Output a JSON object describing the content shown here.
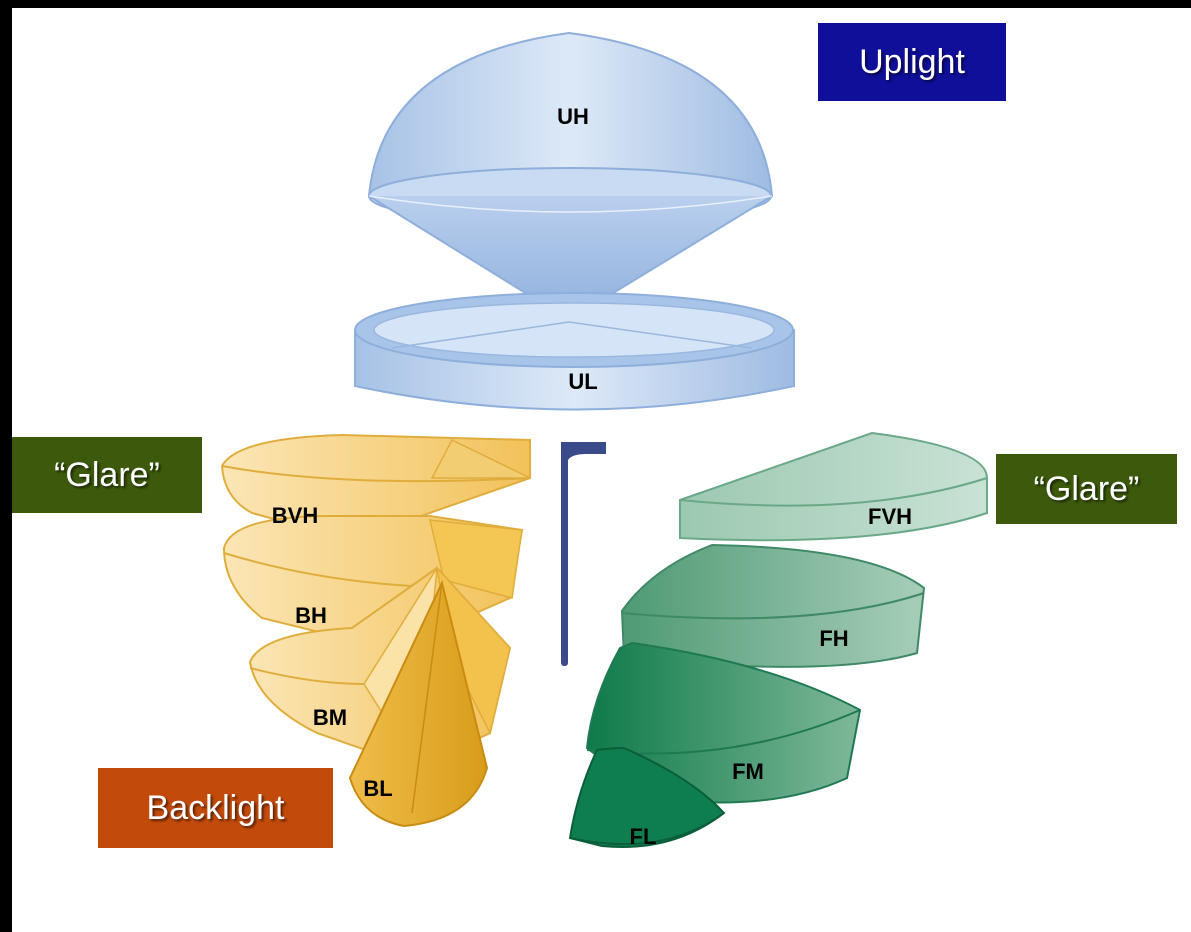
{
  "callouts": {
    "uplight": "Uplight",
    "glare_left": "“Glare”",
    "glare_right": "“Glare”",
    "backlight": "Backlight"
  },
  "zones": {
    "uh": "UH",
    "ul": "UL",
    "bvh": "BVH",
    "bh": "BH",
    "bm": "BM",
    "bl": "BL",
    "fvh": "FVH",
    "fh": "FH",
    "fm": "FM",
    "fl": "FL"
  },
  "colors": {
    "uplight_box": "#0f0f9a",
    "glare_box": "#3d5a0c",
    "backlight_box": "#c24a0b",
    "uplight_solid": "#bcd3ee",
    "backlight_solid": "#f3c95e",
    "forward_solid": "#5fa584",
    "luminaire": "#3b4a8a"
  }
}
